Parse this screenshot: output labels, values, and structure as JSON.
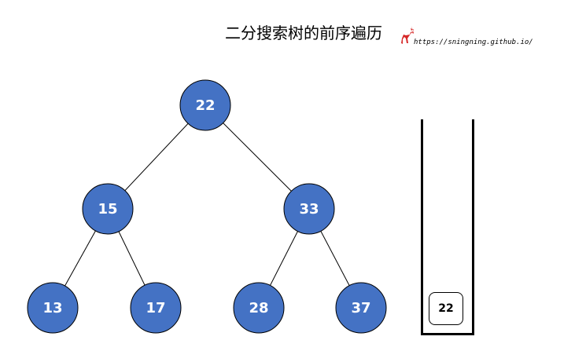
{
  "title": "二分搜索树的前序遍历",
  "url": "https://sningning.github.io/",
  "logo_icon": "deer-icon",
  "colors": {
    "node_fill": "#4472C4",
    "node_stroke": "#000000",
    "node_text": "#ffffff",
    "logo": "#d62828"
  },
  "tree": {
    "nodes": [
      {
        "id": "n22",
        "label": "22"
      },
      {
        "id": "n15",
        "label": "15"
      },
      {
        "id": "n33",
        "label": "33"
      },
      {
        "id": "n13",
        "label": "13"
      },
      {
        "id": "n17",
        "label": "17"
      },
      {
        "id": "n28",
        "label": "28"
      },
      {
        "id": "n37",
        "label": "37"
      }
    ],
    "edges": [
      [
        "n22",
        "n15"
      ],
      [
        "n22",
        "n33"
      ],
      [
        "n15",
        "n13"
      ],
      [
        "n15",
        "n17"
      ],
      [
        "n33",
        "n28"
      ],
      [
        "n33",
        "n37"
      ]
    ]
  },
  "stack": {
    "items": [
      "22"
    ]
  }
}
